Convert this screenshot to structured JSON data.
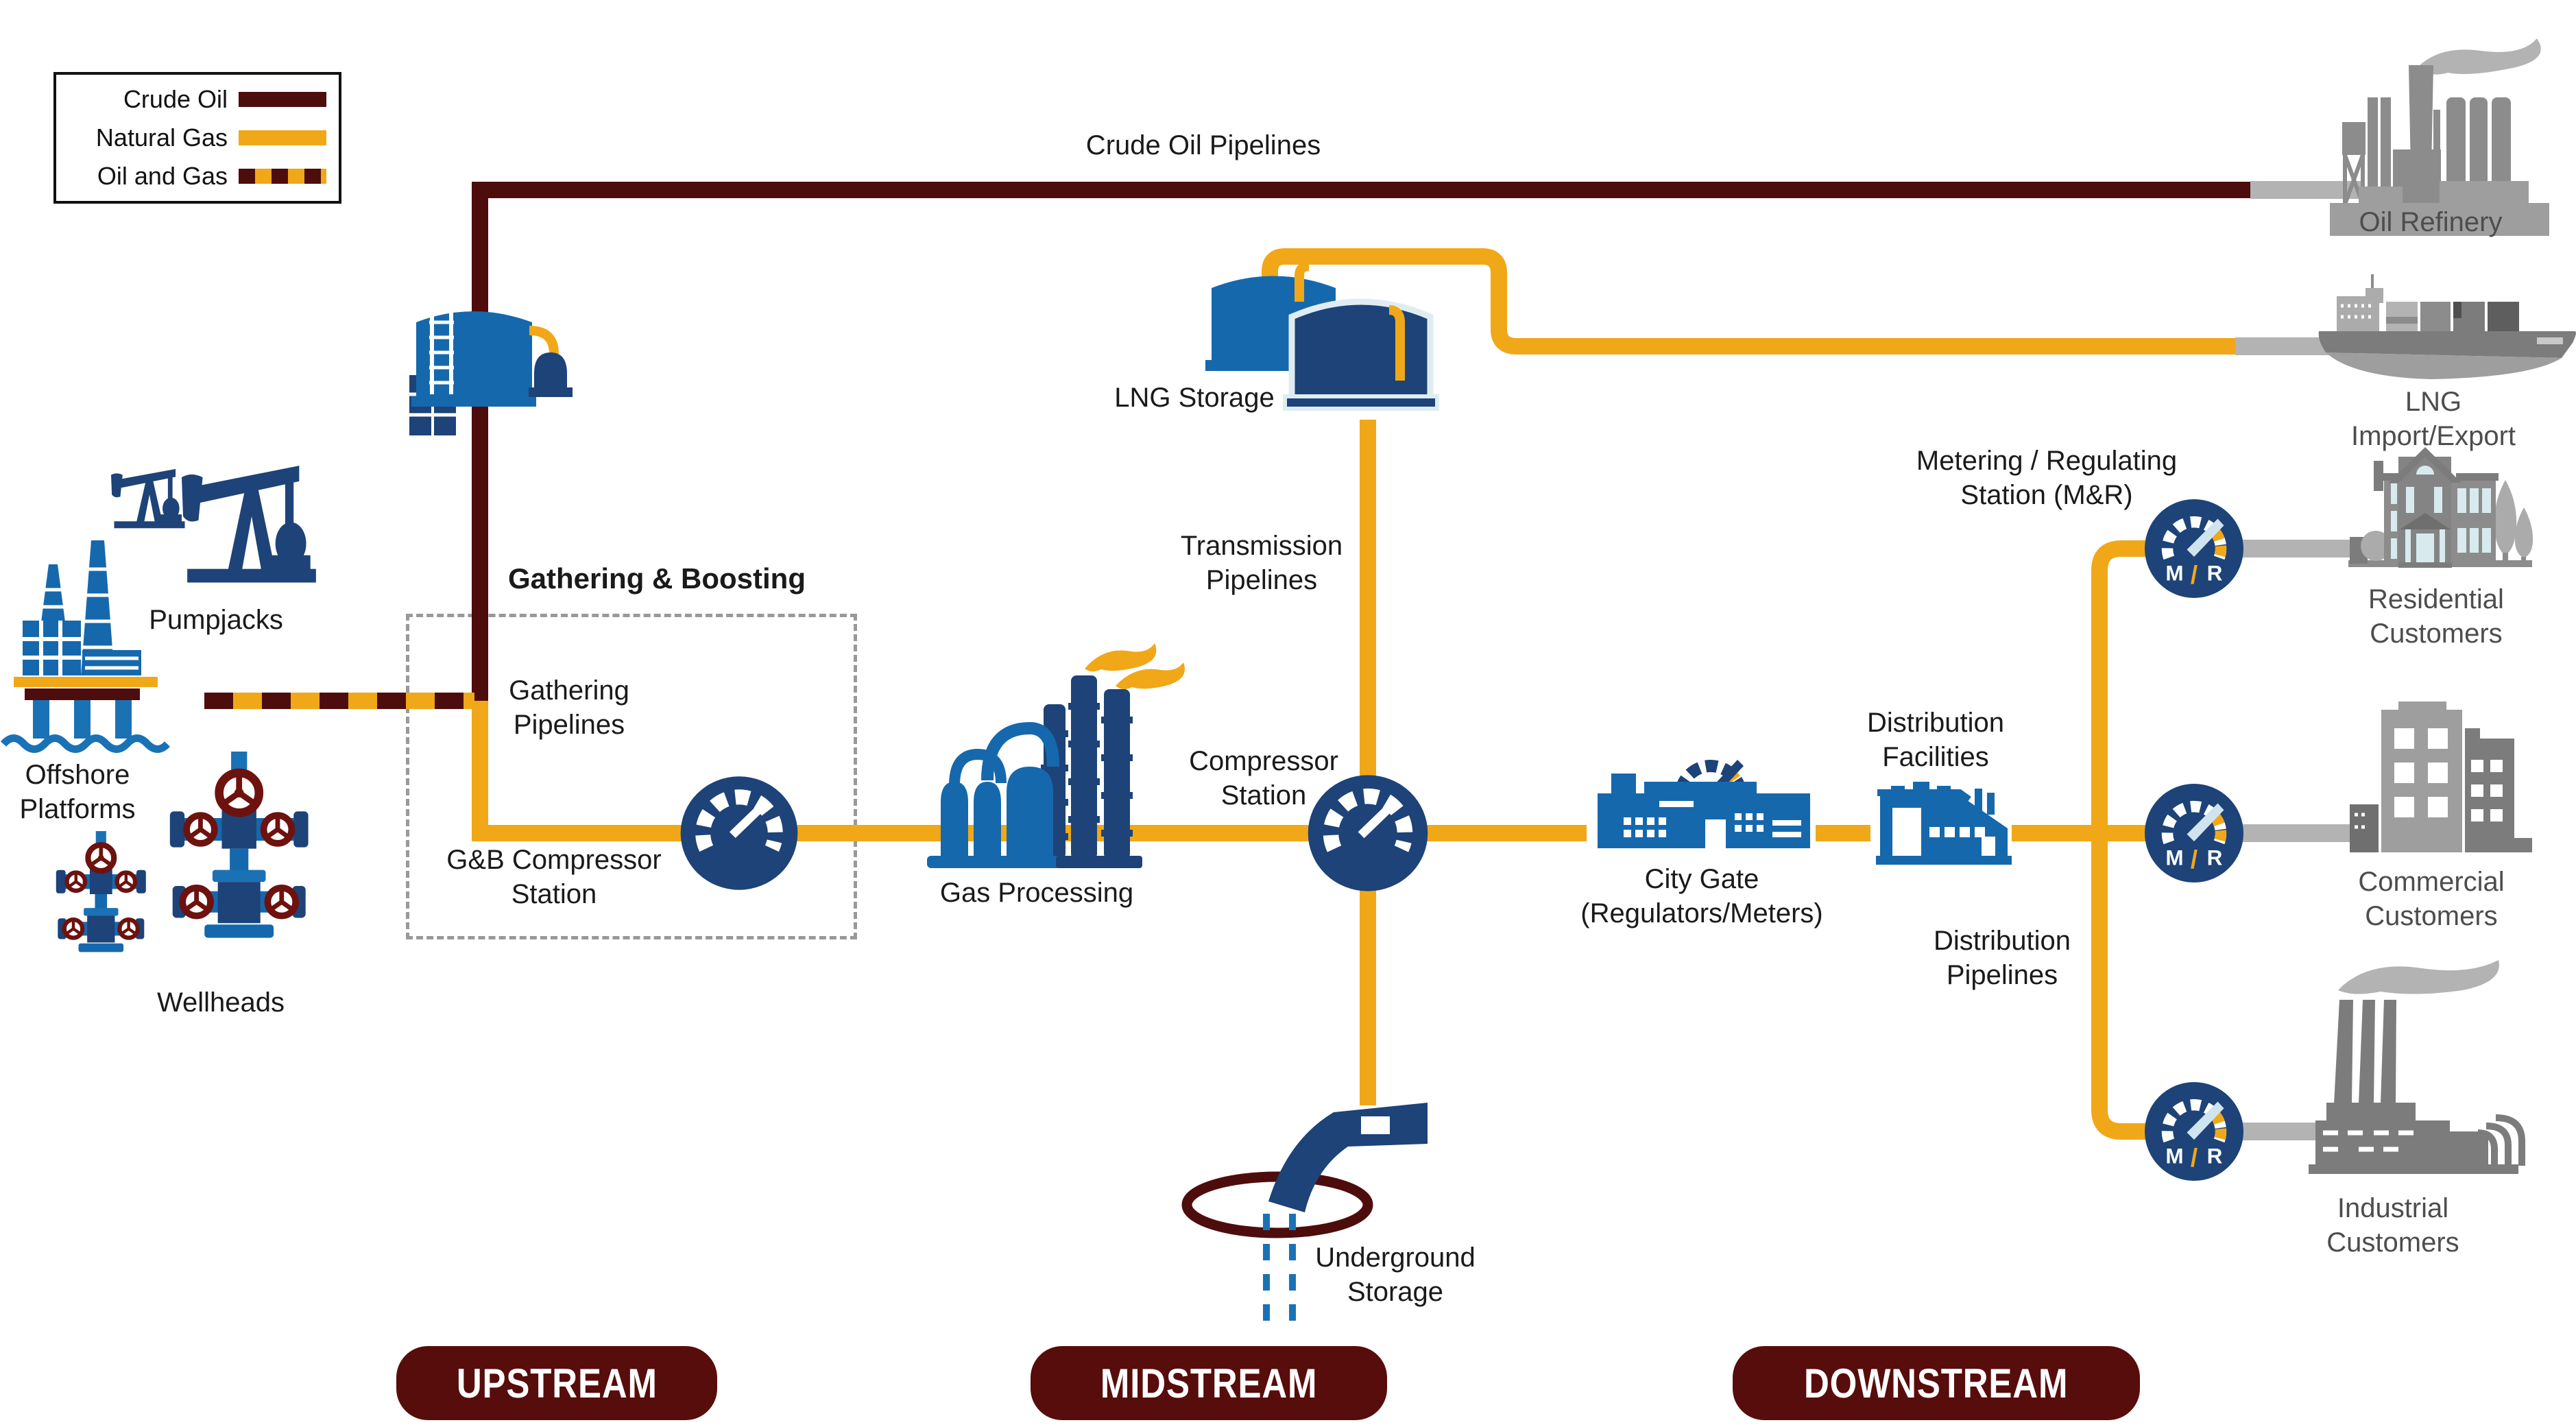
{
  "colors": {
    "crude": "#4E0D0D",
    "gas": "#F0A818",
    "blue": "#1668AD",
    "navy": "#1D4378",
    "valve": "#6D120E",
    "wave": "#1A72B5",
    "pipe_gray": "#B3B3B3",
    "smoke_gray": "#B3B3B3",
    "base_gray": "#9E9E9E",
    "icon_gray": "#8C8C8C",
    "mid_gray": "#7C7C7C",
    "dark_gray": "#6F6F6F",
    "deep_gray": "#5E5E5E",
    "light_gray": "#ABABAB",
    "window_blue": "#D8EAEE",
    "needle_light": "#CFE4EE",
    "pill": "#570D0B",
    "label_dark": "#1A1A1A",
    "label_gray": "#4D4D4D",
    "box_dash": "#999999"
  },
  "legend": {
    "items": [
      {
        "label": "Crude Oil"
      },
      {
        "label": "Natural Gas"
      },
      {
        "label": "Oil and Gas"
      }
    ]
  },
  "nodes": {
    "crude_pipelines": "Crude Oil Pipelines",
    "oil_refinery": "Oil Refinery",
    "lng_import_export": "LNG Import/Export",
    "lng_storage": "LNG Storage",
    "transmission_pipelines": "Transmission Pipelines",
    "pumpjacks": "Pumpjacks",
    "offshore_platforms": "Offshore Platforms",
    "wellheads": "Wellheads",
    "gathering_boosting": "Gathering & Boosting",
    "gathering_pipelines": "Gathering Pipelines",
    "gb_compressor_station": "G&B Compressor Station",
    "gas_processing": "Gas Processing",
    "compressor_station": "Compressor Station",
    "underground_storage": "Underground Storage",
    "city_gate": "City Gate (Regulators/Meters)",
    "distribution_facilities": "Distribution Facilities",
    "metering_regulating_station": "Metering / Regulating Station (M&R)",
    "distribution_pipelines": "Distribution Pipelines",
    "residential_customers": "Residential Customers",
    "commercial_customers": "Commercial Customers",
    "industrial_customers": "Industrial Customers"
  },
  "mr": {
    "m": "M",
    "slash": "/",
    "r": "R"
  },
  "stages": {
    "upstream": "UPSTREAM",
    "midstream": "MIDSTREAM",
    "downstream": "DOWNSTREAM"
  }
}
